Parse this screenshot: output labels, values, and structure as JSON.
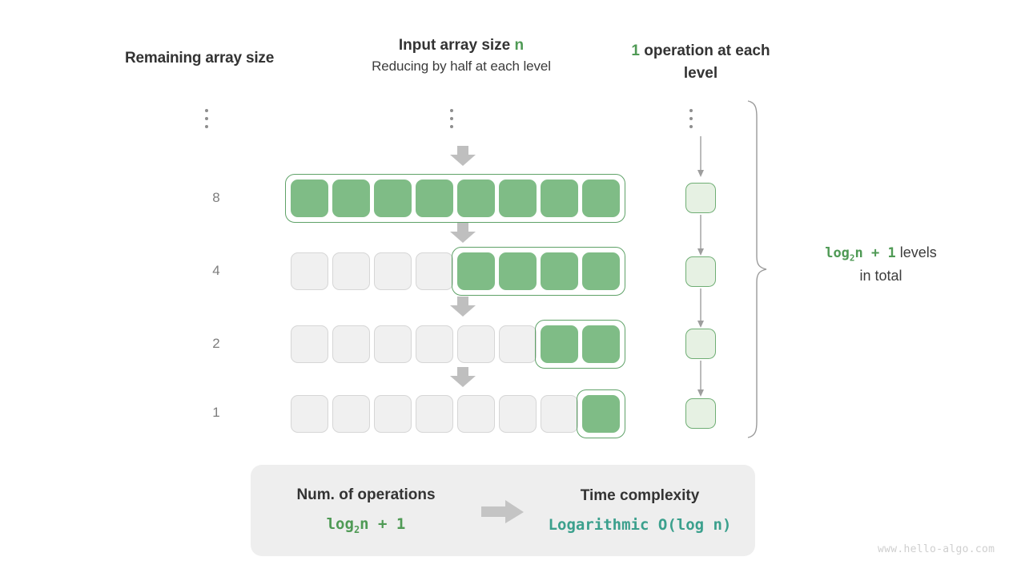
{
  "headers": {
    "left": "Remaining array size",
    "mid_title_pre": "Input array size ",
    "mid_title_var": "n",
    "mid_sub": "Reducing by half at each level",
    "right_count": "1",
    "right_rest": " operation at each level"
  },
  "array_column": {
    "total_cells": 8,
    "rows": [
      {
        "label": "8",
        "filled": 8,
        "empty": 0
      },
      {
        "label": "4",
        "filled": 4,
        "empty": 4
      },
      {
        "label": "2",
        "filled": 2,
        "empty": 6
      },
      {
        "label": "1",
        "filled": 1,
        "empty": 7
      }
    ],
    "ellipsis": "vertical-dots"
  },
  "ops_column": {
    "cells": 4,
    "ellipsis": "vertical-dots",
    "arrow_icon": "down-arrow-icon"
  },
  "brace_note": {
    "formula_pre": "log",
    "formula_sub": "2",
    "formula_post": "n + 1",
    "text": "levels",
    "text2": "in total"
  },
  "summary": {
    "left_title": "Num. of operations",
    "left_value_pre": "log",
    "left_value_sub": "2",
    "left_value_post": "n + 1",
    "arrow_icon": "right-arrow-icon",
    "right_title": "Time complexity",
    "right_value": "Logarithmic  O(log n)"
  },
  "watermark": "www.hello-algo.com",
  "colors": {
    "green_fill": "#7fbc86",
    "green_border": "#5fa268",
    "green_text": "#4f9a55",
    "green_light_fill": "#e6f1e3",
    "teal": "#3ba08d",
    "gray_cell": "#f0f0f0",
    "gray_border": "#d6d6d6",
    "arrow_gray": "#bfbfbf",
    "panel_bg": "#eeeeee"
  }
}
